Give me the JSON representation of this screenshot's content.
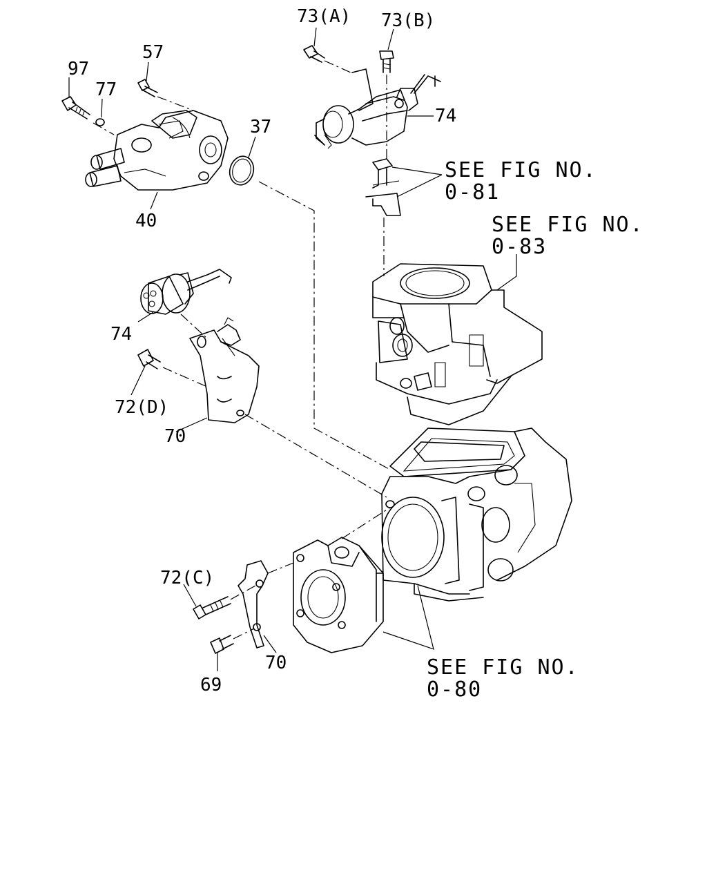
{
  "callouts": {
    "c97": "97",
    "c77": "77",
    "c57": "57",
    "c40": "40",
    "c37": "37",
    "c73a": "73(A)",
    "c73b": "73(B)",
    "c74_top": "74",
    "c74_left": "74",
    "c72d": "72(D)",
    "c70_upper": "70",
    "c72c": "72(C)",
    "c69": "69",
    "c70_lower": "70"
  },
  "references": {
    "fig_081": {
      "line1": "SEE FIG NO.",
      "line2": "0-81"
    },
    "fig_083": {
      "line1": "SEE FIG NO.",
      "line2": "0-83"
    },
    "fig_080": {
      "line1": "SEE FIG NO.",
      "line2": "0-80"
    }
  }
}
